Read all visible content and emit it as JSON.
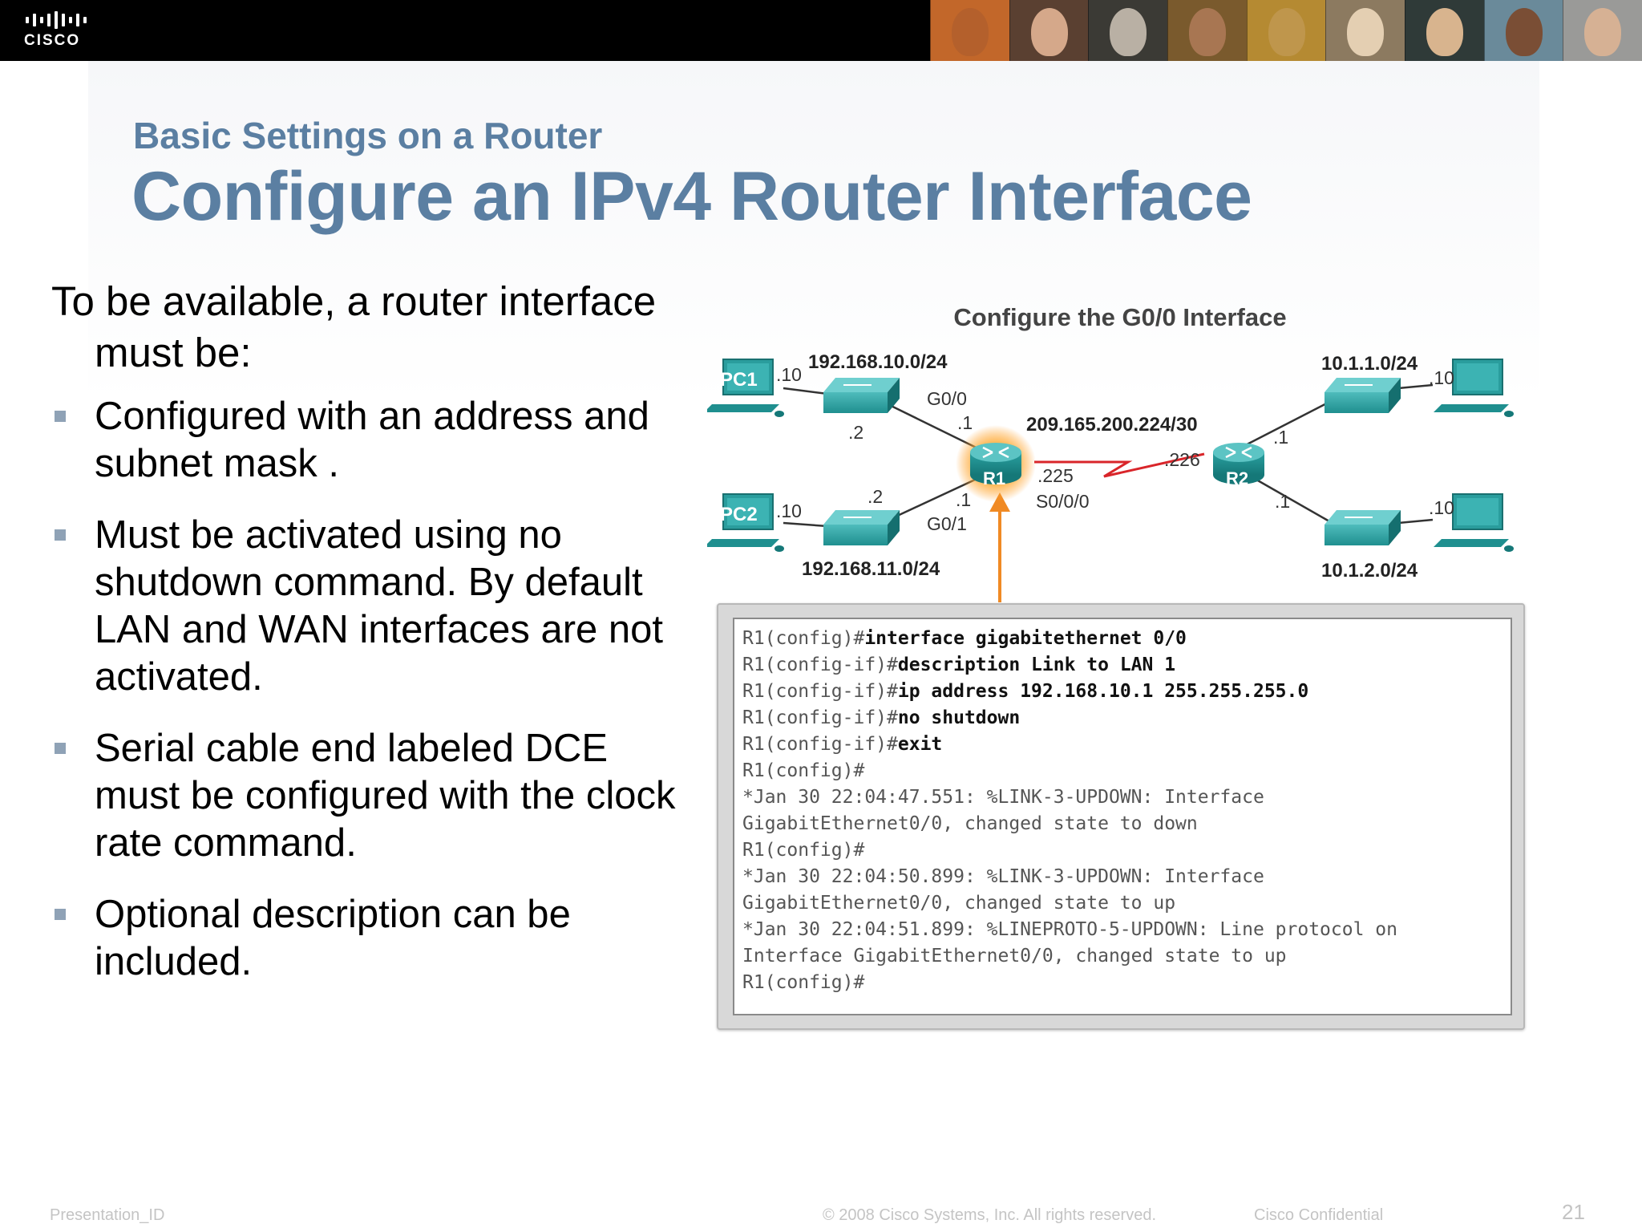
{
  "header": {
    "logo_text": "CISCO",
    "photos": [
      "photo-1",
      "photo-2",
      "photo-3",
      "photo-4",
      "photo-5",
      "photo-6",
      "photo-7",
      "photo-8",
      "photo-9"
    ]
  },
  "slide": {
    "subtitle": "Basic Settings on a Router",
    "title": "Configure an IPv4 Router Interface",
    "intro": "To be available, a router interface  must be:",
    "bullets": [
      "Configured with an address and subnet mask .",
      "Must be activated using no shutdown command. By default LAN and WAN interfaces are not activated.",
      "Serial cable end labeled DCE must be configured with the clock rate command.",
      "Optional description can be included."
    ]
  },
  "figure": {
    "title": "Configure the G0/0 Interface",
    "devices": {
      "pc1": "PC1",
      "pc2": "PC2",
      "r1": "R1",
      "r2": "R2"
    },
    "labels": {
      "net_lan1": "192.168.10.0/24",
      "net_lan2": "192.168.11.0/24",
      "net_wan": "209.165.200.224/30",
      "net_r2_lan1": "10.1.1.0/24",
      "net_r2_lan2": "10.1.2.0/24",
      "pc1_host": ".10",
      "pc2_host": ".10",
      "sw1_addr": ".2",
      "sw2_addr": ".2",
      "r1_g00": "G0/0",
      "r1_g00_addr": ".1",
      "r1_g01": "G0/1",
      "r1_g01_addr": ".1",
      "r1_s000_addr": ".225",
      "r1_s000": "S0/0/0",
      "r2_s_addr": ".226",
      "r2_top_addr": ".1",
      "r2_bot_addr": ".1",
      "pc3_host": ".10",
      "pc4_host": ".10"
    },
    "cli": [
      {
        "prompt": "R1(config)#",
        "cmd": "interface gigabitethernet 0/0"
      },
      {
        "prompt": "R1(config-if)#",
        "cmd": "description Link to LAN 1"
      },
      {
        "prompt": "R1(config-if)#",
        "cmd": "ip address 192.168.10.1 255.255.255.0"
      },
      {
        "prompt": "R1(config-if)#",
        "cmd": "no shutdown"
      },
      {
        "prompt": "R1(config-if)#",
        "cmd": "exit"
      },
      {
        "prompt": "R1(config)#",
        "cmd": ""
      },
      {
        "prompt": "*Jan 30 22:04:47.551: %LINK-3-UPDOWN: Interface",
        "cmd": ""
      },
      {
        "prompt": "GigabitEthernet0/0, changed state to down",
        "cmd": ""
      },
      {
        "prompt": "R1(config)#",
        "cmd": ""
      },
      {
        "prompt": "*Jan 30 22:04:50.899: %LINK-3-UPDOWN: Interface",
        "cmd": ""
      },
      {
        "prompt": "GigabitEthernet0/0, changed state to up",
        "cmd": ""
      },
      {
        "prompt": "*Jan 30 22:04:51.899: %LINEPROTO-5-UPDOWN: Line protocol on",
        "cmd": ""
      },
      {
        "prompt": "Interface GigabitEthernet0/0, changed state to up",
        "cmd": ""
      },
      {
        "prompt": "R1(config)#",
        "cmd": ""
      }
    ]
  },
  "footer": {
    "presentation_id": "Presentation_ID",
    "copyright": "© 2008 Cisco Systems, Inc. All rights reserved.",
    "confidential": "Cisco Confidential",
    "page_number": "21"
  },
  "colors": {
    "title": "#5b7fa2",
    "device_teal": "#1f8f8f",
    "serial_link": "#d9252a",
    "pointer_arrow": "#f08a24"
  }
}
